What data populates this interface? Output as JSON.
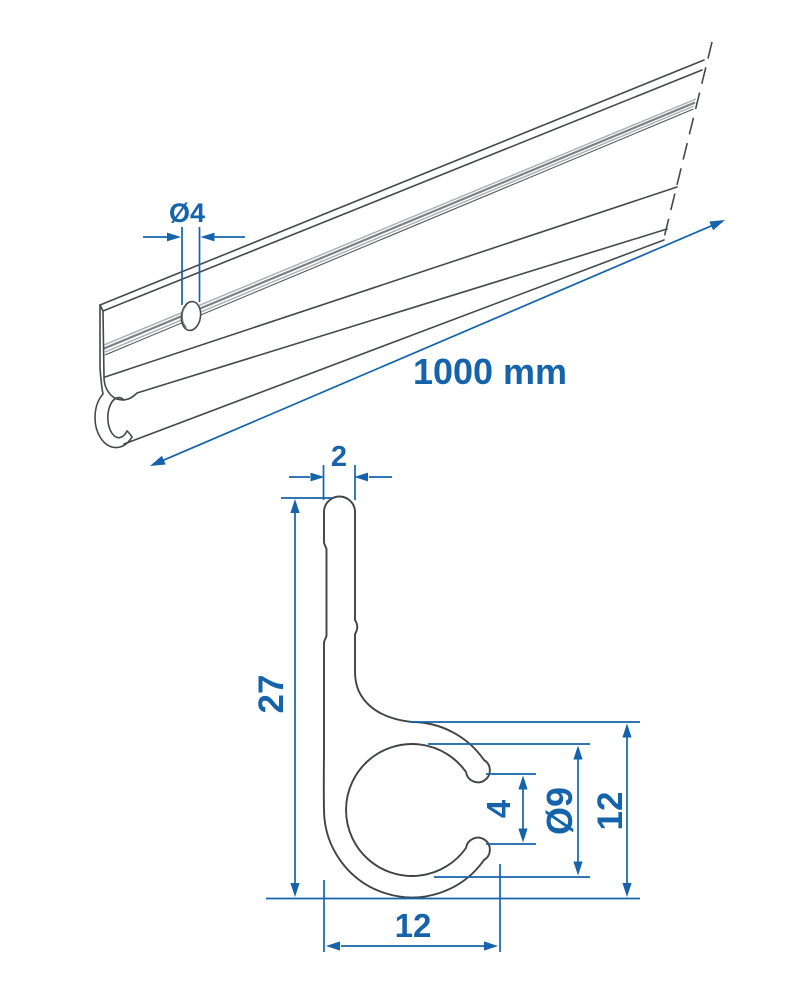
{
  "drawing_title": "awning-rail-technical-drawing",
  "colors": {
    "background": "#ffffff",
    "line": "#46494c",
    "groove": "#7c8186",
    "dimension_accent": "#1463ab"
  },
  "top_view": {
    "name": "rail-perspective-view",
    "length_label": "1000 mm",
    "hole_diameter_label": "Ø4"
  },
  "cross_section": {
    "name": "profile-cross-section",
    "wall_thickness_label": "2",
    "height_label": "27",
    "slot_opening_label": "4",
    "bore_diameter_label": "Ø9",
    "hook_height_label": "12",
    "hook_width_label": "12"
  }
}
